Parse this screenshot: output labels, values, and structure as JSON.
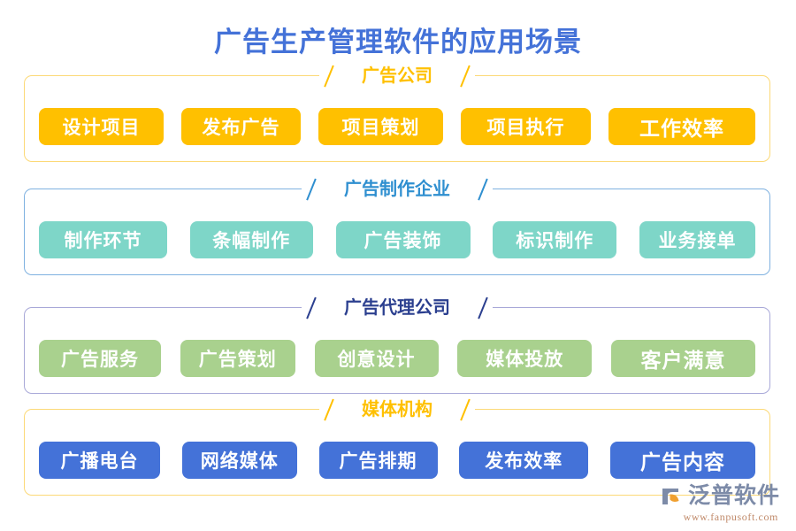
{
  "page": {
    "title": "广告生产管理软件的应用场景",
    "title_color": "#4472d8",
    "background": "#ffffff"
  },
  "sections": [
    {
      "header": "广告公司",
      "header_color": "#ffc000",
      "border_color": "#fcd977",
      "pill_color": "#ffc000",
      "items": [
        "设计项目",
        "发布广告",
        "项目策划",
        "项目执行",
        "工作效率"
      ]
    },
    {
      "header": "广告制作企业",
      "header_color": "#2f8fd0",
      "border_color": "#7fb1e0",
      "pill_color": "#7ed6c8",
      "items": [
        "制作环节",
        "条幅制作",
        "广告装饰",
        "标识制作",
        "业务接单"
      ]
    },
    {
      "header": "广告代理公司",
      "header_color": "#2b3f8f",
      "border_color": "#a8a8d8",
      "pill_color": "#a9d18e",
      "items": [
        "广告服务",
        "广告策划",
        "创意设计",
        "媒体投放",
        "客户满意"
      ]
    },
    {
      "header": "媒体机构",
      "header_color": "#ffc000",
      "border_color": "#fcd977",
      "pill_color": "#4472d8",
      "items": [
        "广播电台",
        "网络媒体",
        "广告排期",
        "发布效率",
        "广告内容"
      ]
    }
  ],
  "brand": {
    "name": "泛普软件",
    "url": "www.fanpusoft.com",
    "name_color": "#7d8ba8",
    "url_color": "#c08a6a",
    "mark_icon": "fanpu-logo-icon"
  }
}
